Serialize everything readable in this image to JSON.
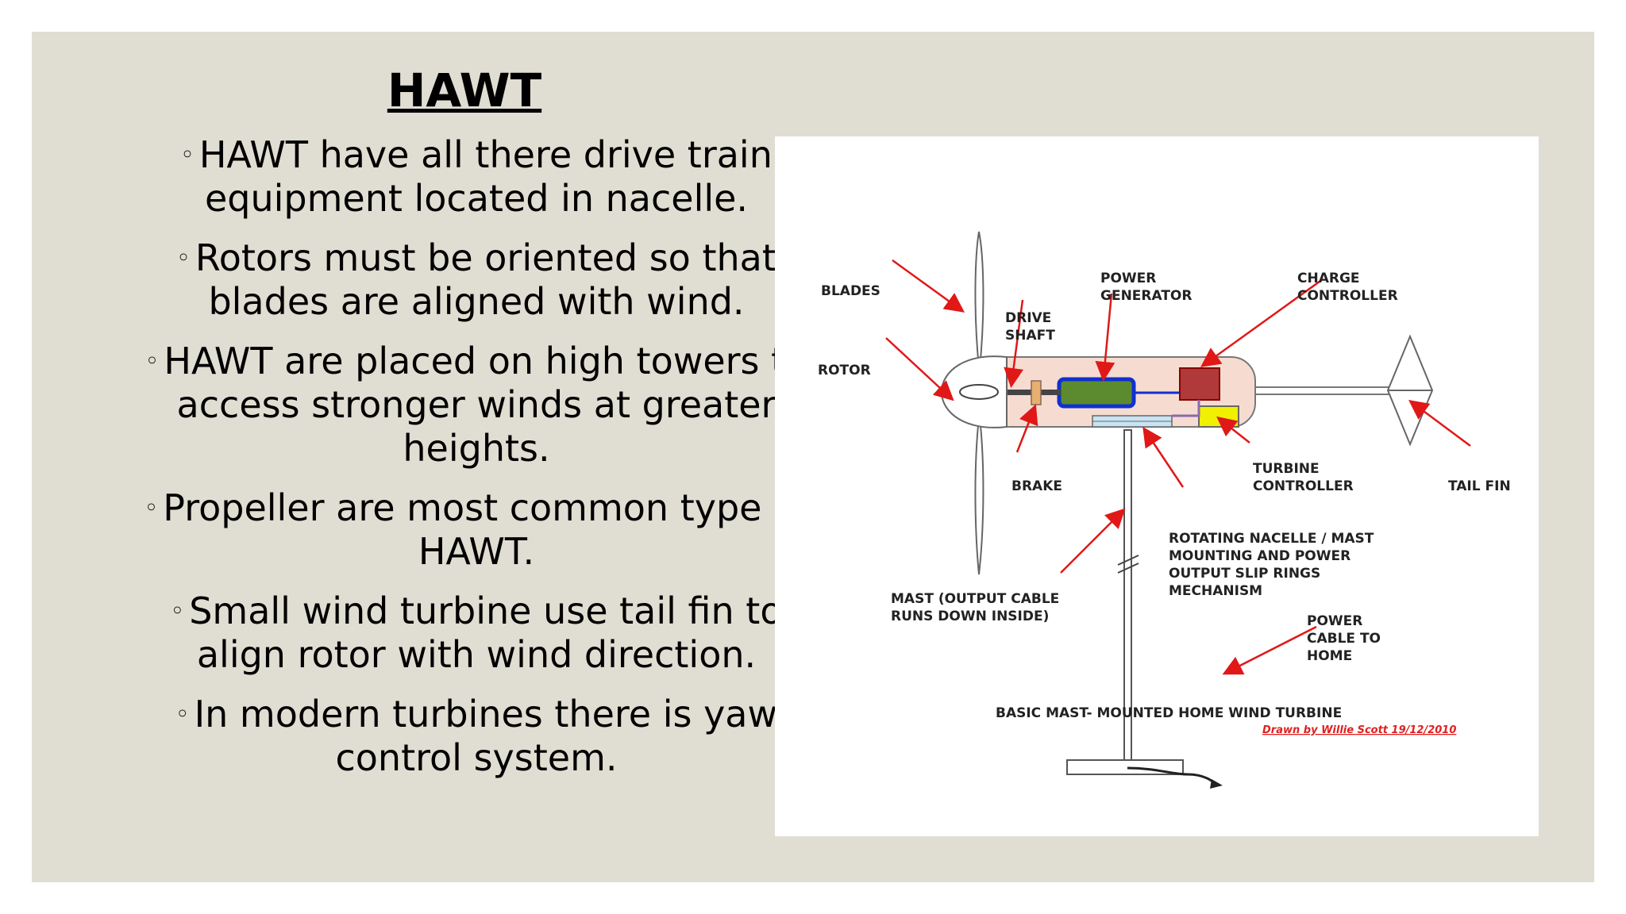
{
  "slide": {
    "title": "HAWT",
    "bullets": [
      "HAWT have all there drive train equipment located in nacelle.",
      "Rotors must be oriented so that blades are aligned with wind.",
      "HAWT are placed on high towers to access stronger winds at greater heights.",
      "Propeller are most common type of HAWT.",
      "Small wind turbine use tail fin to align rotor with wind direction.",
      "In modern turbines there is yaw control system."
    ]
  },
  "diagram": {
    "labels": {
      "blades": "BLADES",
      "rotor": "ROTOR",
      "drive_shaft_1": "DRIVE",
      "drive_shaft_2": "SHAFT",
      "power_generator_1": "POWER",
      "power_generator_2": "GENERATOR",
      "charge_controller_1": "CHARGE",
      "charge_controller_2": "CONTROLLER",
      "brake": "BRAKE",
      "turbine_controller_1": "TURBINE",
      "turbine_controller_2": "CONTROLLER",
      "tail_fin": "TAIL FIN",
      "slip_rings_1": "ROTATING NACELLE / MAST",
      "slip_rings_2": "MOUNTING AND POWER",
      "slip_rings_3": "OUTPUT SLIP RINGS",
      "slip_rings_4": "MECHANISM",
      "mast_1": "MAST (OUTPUT CABLE",
      "mast_2": "RUNS DOWN INSIDE)",
      "power_cable_1": "POWER",
      "power_cable_2": "CABLE TO",
      "power_cable_3": "HOME",
      "caption": "BASIC MAST- MOUNTED HOME WIND TURBINE",
      "credit": "Drawn by Willie Scott 19/12/2010"
    },
    "colors": {
      "arrow": "#e01818",
      "nacelle_fill": "#f6dcd0",
      "generator_fill": "#5c8a2e",
      "generator_border": "#1030d0",
      "charge_controller_fill": "#b03a3a",
      "turbine_controller_fill": "#f0f000"
    }
  }
}
